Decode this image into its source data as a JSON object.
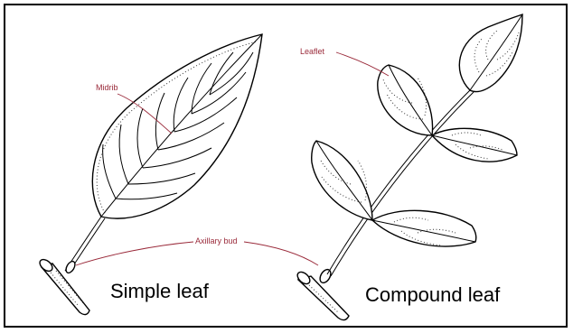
{
  "labels": {
    "midrib": "Midrib",
    "axillary_bud": "Axillary bud",
    "leaflet": "Leaflet"
  },
  "captions": {
    "simple": "Simple leaf",
    "compound": "Compound leaf"
  },
  "colors": {
    "label": "#9a2a3a",
    "line": "#000000",
    "background": "#ffffff"
  }
}
